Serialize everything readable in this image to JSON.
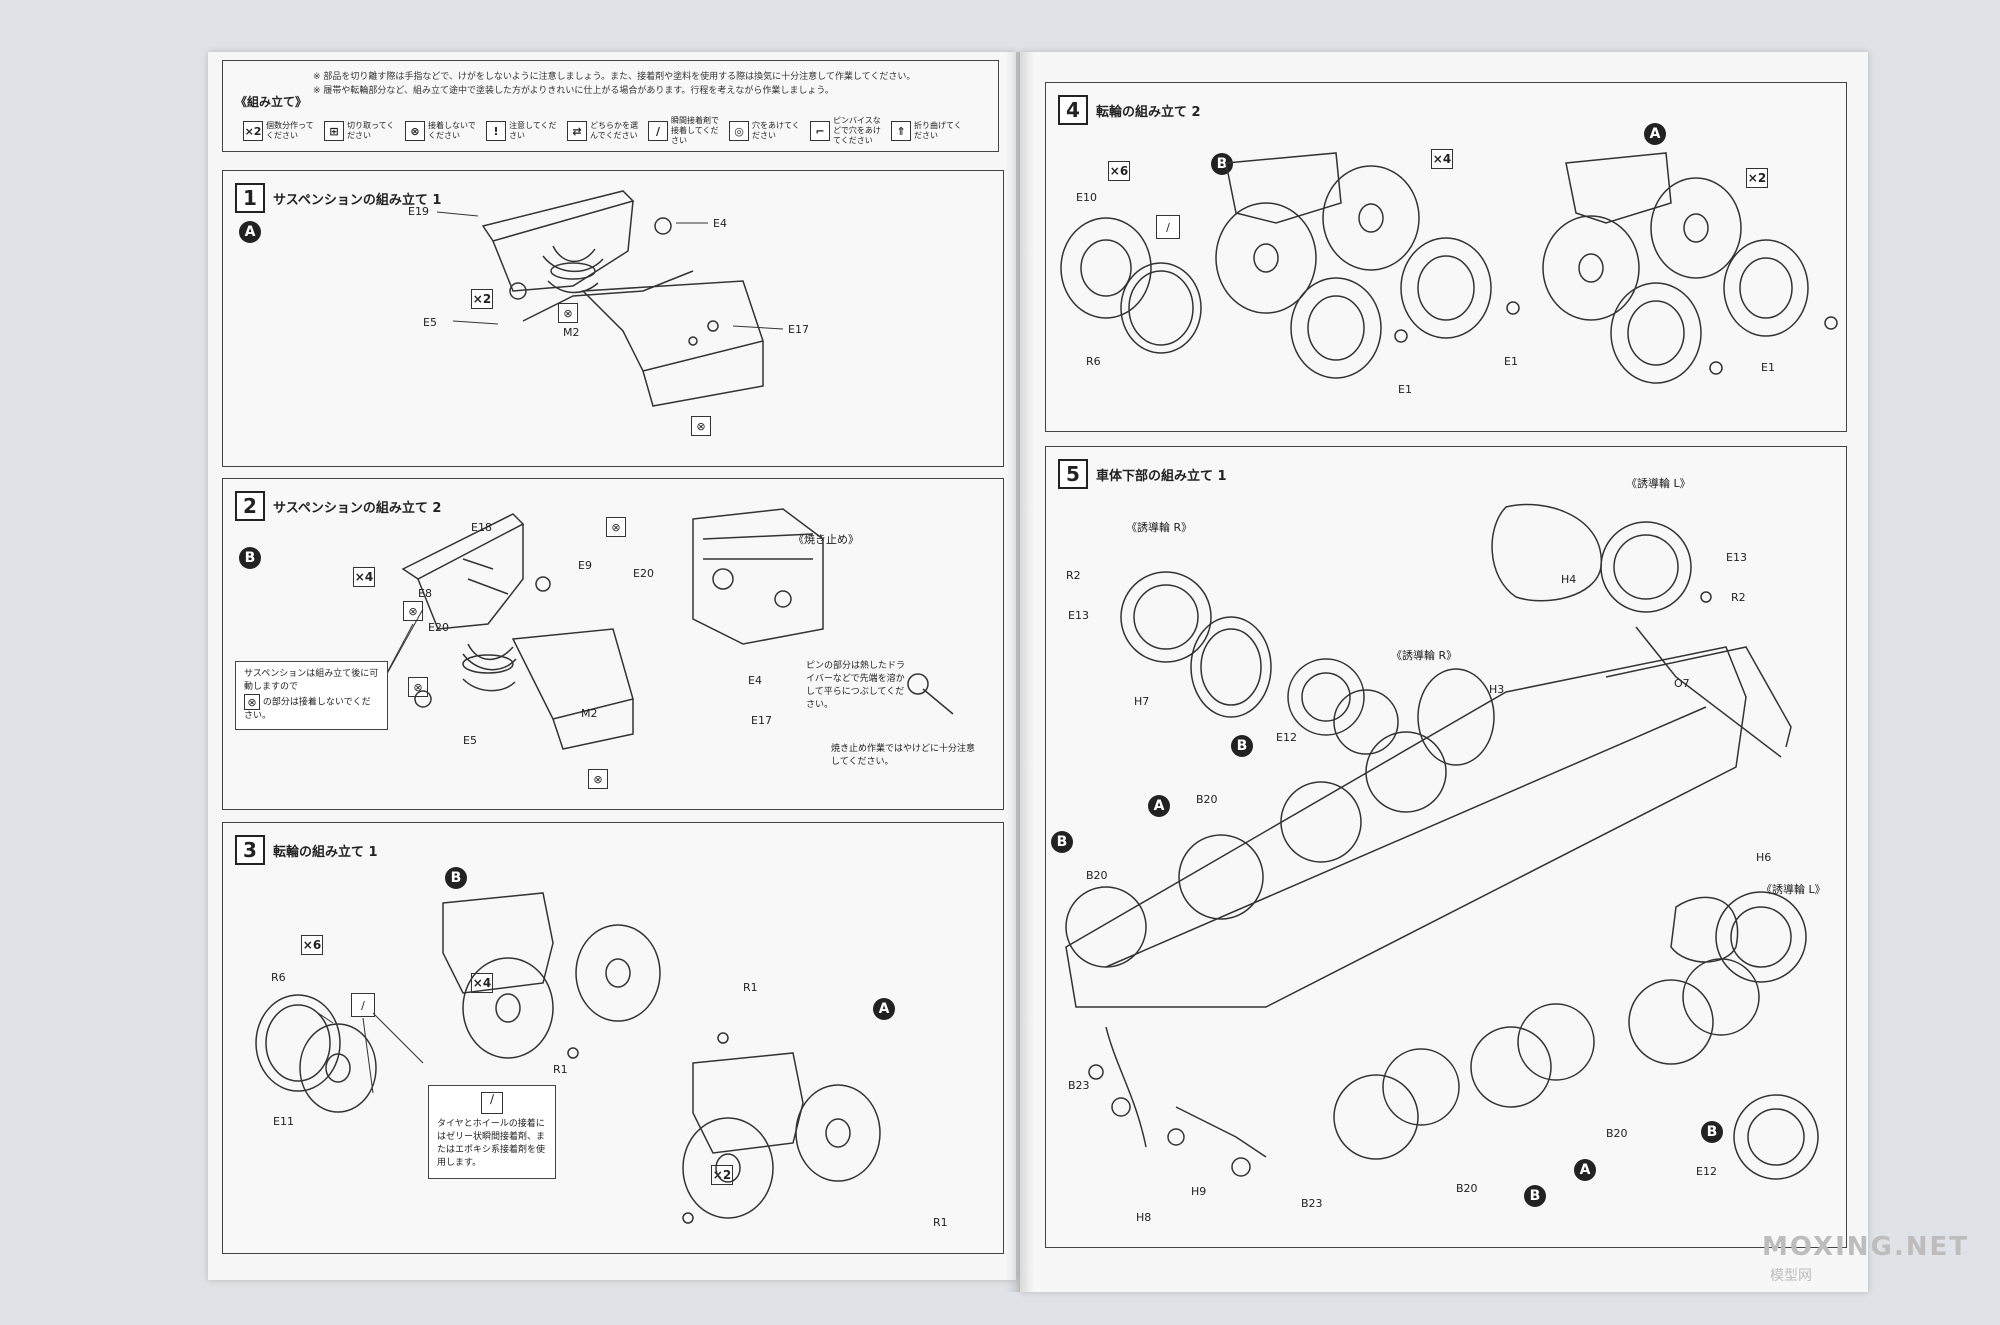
{
  "legend": {
    "title": "《組み立て》",
    "notes": [
      "※ 部品を切り離す際は手指などで、けがをしないように注意しましょう。また、接着剤や塗料を使用する際は換気に十分注意して作業してください。",
      "※ 履帯や転輪部分など、組み立て途中で塗装した方がよりきれいに仕上がる場合があります。行程を考えながら作業しましょう。"
    ],
    "icons": [
      {
        "glyph": "×2",
        "name": "count-icon",
        "text": "個数分作ってください"
      },
      {
        "glyph": "⊞",
        "name": "cut-icon",
        "text": "切り取ってください"
      },
      {
        "glyph": "⊗",
        "name": "no-glue-icon",
        "text": "接着しないでください"
      },
      {
        "glyph": "!",
        "name": "caution-icon",
        "text": "注意してください"
      },
      {
        "glyph": "⇄",
        "name": "choose-icon",
        "text": "どちらかを選んでください"
      },
      {
        "glyph": "∕",
        "name": "instant-glue-icon",
        "text": "瞬間接着剤で接着してください"
      },
      {
        "glyph": "◎",
        "name": "drill-icon",
        "text": "穴をあけてください"
      },
      {
        "glyph": "⌐",
        "name": "pin-vise-icon",
        "text": "ピンバイスなどで穴をあけてください"
      },
      {
        "glyph": "⇑",
        "name": "fold-icon",
        "text": "折り曲げてください"
      }
    ]
  },
  "steps": [
    {
      "num": "1",
      "title": "サスペンションの組み立て 1",
      "label": "A",
      "mult": "×2",
      "parts": [
        "E19",
        "E4",
        "E5",
        "M2",
        "E17"
      ]
    },
    {
      "num": "2",
      "title": "サスペンションの組み立て 2",
      "label": "B",
      "mult": "×4",
      "parts": [
        "E18",
        "E9",
        "E20",
        "E8",
        "E20",
        "E4",
        "E5",
        "M2",
        "E17"
      ],
      "sub_title": "《焼き止め》",
      "note": "サスペンションは組み立て後に可動しますので",
      "note2": "の部分は接着しないでください。",
      "note_right": "ピンの部分は熱したドライバーなどで先端を溶かして平らにつぶしてください。",
      "note_caution": "焼き止め作業ではやけどに十分注意してください。"
    },
    {
      "num": "3",
      "title": "転輪の組み立て 1",
      "mult_a": "×6",
      "mult_b": "×4",
      "mult_c": "×2",
      "parts": [
        "R6",
        "E11",
        "R1",
        "R1",
        "R1"
      ],
      "labels": [
        "B",
        "A"
      ],
      "note": "タイヤとホイールの接着にはゼリー状瞬間接着剤、またはエポキシ系接着剤を使用します。"
    },
    {
      "num": "4",
      "title": "転輪の組み立て 2",
      "mult_a": "×6",
      "mult_b": "×4",
      "mult_c": "×2",
      "parts": [
        "E10",
        "R6",
        "E1",
        "E1",
        "E1"
      ],
      "labels": [
        "B",
        "A"
      ]
    },
    {
      "num": "5",
      "title": "車体下部の組み立て 1",
      "sub_r": "《誘導輪 R》",
      "sub_l": "《誘導輪 L》",
      "sub_r2": "《誘導輪 R》",
      "sub_l2": "《誘導輪 L》",
      "parts": [
        "R2",
        "E13",
        "H7",
        "E12",
        "H3",
        "H4",
        "E13",
        "R2",
        "O7",
        "B20",
        "B20",
        "H6",
        "B23",
        "H8",
        "H9",
        "B23",
        "B20",
        "B20",
        "E12"
      ],
      "labels": [
        "B",
        "A",
        "B",
        "B",
        "A",
        "B"
      ]
    }
  ],
  "watermark": {
    "brand": "MOXING.NET",
    "sub": "模型网"
  }
}
